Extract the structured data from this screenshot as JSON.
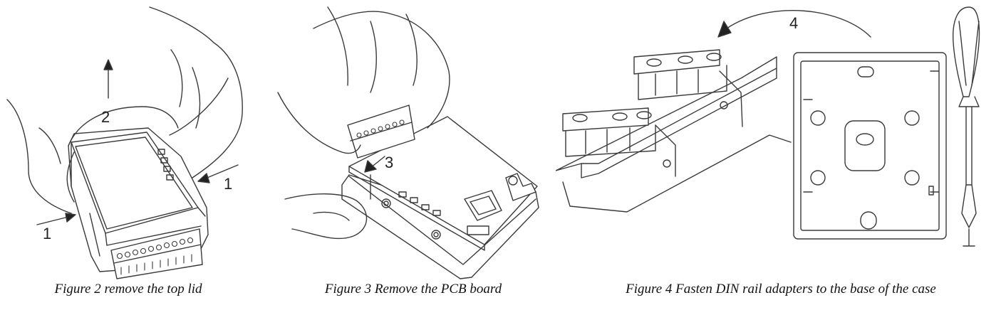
{
  "figures": [
    {
      "caption": "Figure 2 remove the top lid",
      "callouts": [
        "2",
        "1",
        "1"
      ]
    },
    {
      "caption": "Figure 3 Remove the PCB board",
      "callouts": [
        "3"
      ]
    },
    {
      "caption": "Figure 4 Fasten DIN rail adapters to the base of the case",
      "callouts": [
        "4"
      ]
    }
  ],
  "colors": {
    "line": "#3a3a3a",
    "fill": "#ffffff"
  }
}
